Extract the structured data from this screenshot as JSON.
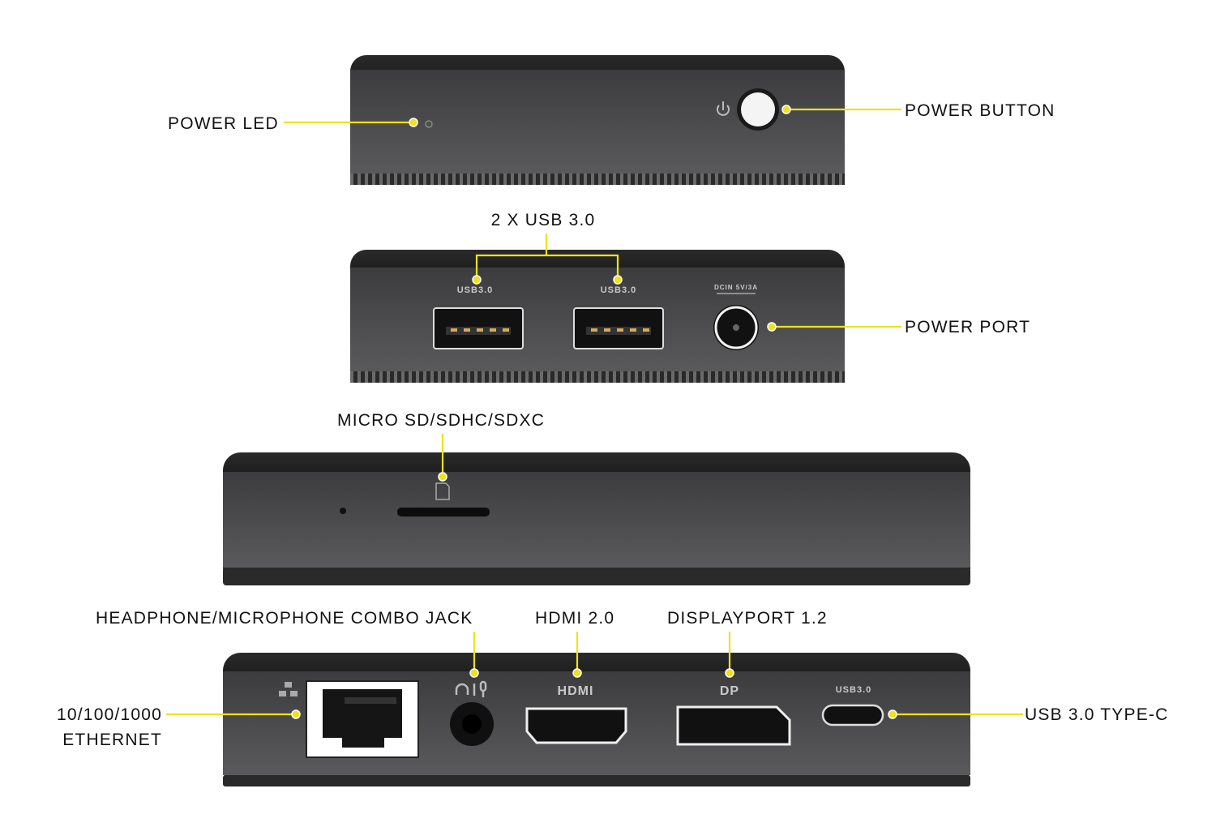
{
  "callouts": {
    "power_led": "POWER LED",
    "power_button": "POWER BUTTON",
    "usb_pair": "2 X USB 3.0",
    "power_port": "POWER PORT",
    "micro_sd": "MICRO SD/SDHC/SDXC",
    "combo_jack": "HEADPHONE/MICROPHONE COMBO JACK",
    "hdmi": "HDMI 2.0",
    "displayport": "DISPLAYPORT 1.2",
    "ethernet_line1": "10/100/1000",
    "ethernet_line2": "ETHERNET",
    "usb_c": "USB 3.0 TYPE-C"
  },
  "device_markings": {
    "usb_a_1": "USB3.0",
    "usb_a_2": "USB3.0",
    "dcin": "DCIN 5V/3A",
    "hdmi": "HDMI",
    "dp": "DP",
    "usb_c": "USB3.0"
  },
  "colors": {
    "accent": "#f0e11c",
    "body": "#4a4a4c",
    "cap": "#111111"
  }
}
